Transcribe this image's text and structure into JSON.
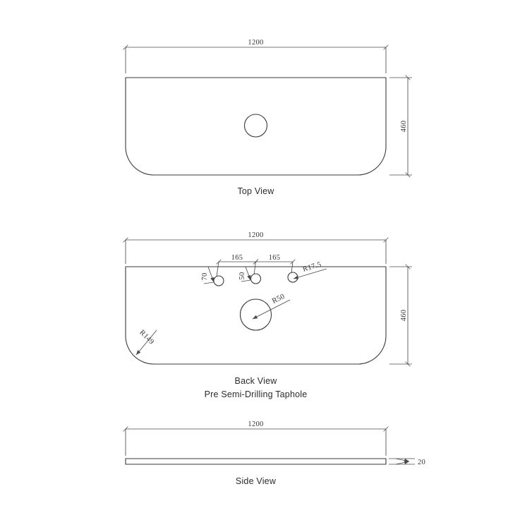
{
  "sheet": {
    "background_color": "#ffffff",
    "line_color": "#3a3a3a",
    "dimension_color": "#4a4a4a",
    "text_color": "#2b2b2b",
    "units": "mm"
  },
  "views": [
    {
      "id": "top-view",
      "label": "Top View",
      "dimensions": {
        "width": "1200",
        "height": "460"
      }
    },
    {
      "id": "back-view",
      "label": "Back View",
      "sublabel": "Pre Semi-Drilling Taphole",
      "dimensions": {
        "width": "1200",
        "height": "460",
        "spacing_left": "165",
        "spacing_right": "165",
        "offset_outer": "70",
        "offset_center": "50",
        "taphole_radius": "R17.5",
        "basin_radius": "R50",
        "corner_radius": "R149"
      }
    },
    {
      "id": "side-view",
      "label": "Side View",
      "dimensions": {
        "width": "1200",
        "thickness": "20"
      }
    }
  ],
  "chart_data": {
    "type": "table",
    "title": "Basin Top Technical Drawing",
    "categories": [
      "Top View",
      "Back View",
      "Side View"
    ],
    "series": [
      {
        "name": "Top View",
        "labels": [
          "1200",
          "460"
        ],
        "values": [
          1200,
          460
        ]
      },
      {
        "name": "Back View",
        "labels": [
          "1200",
          "460",
          "165",
          "165",
          "70",
          "50",
          "R17.5",
          "R50",
          "R149"
        ],
        "values": [
          1200,
          460,
          165,
          165,
          70,
          50,
          17.5,
          50,
          149
        ]
      },
      {
        "name": "Side View",
        "labels": [
          "1200",
          "20"
        ],
        "values": [
          1200,
          20
        ]
      }
    ]
  }
}
